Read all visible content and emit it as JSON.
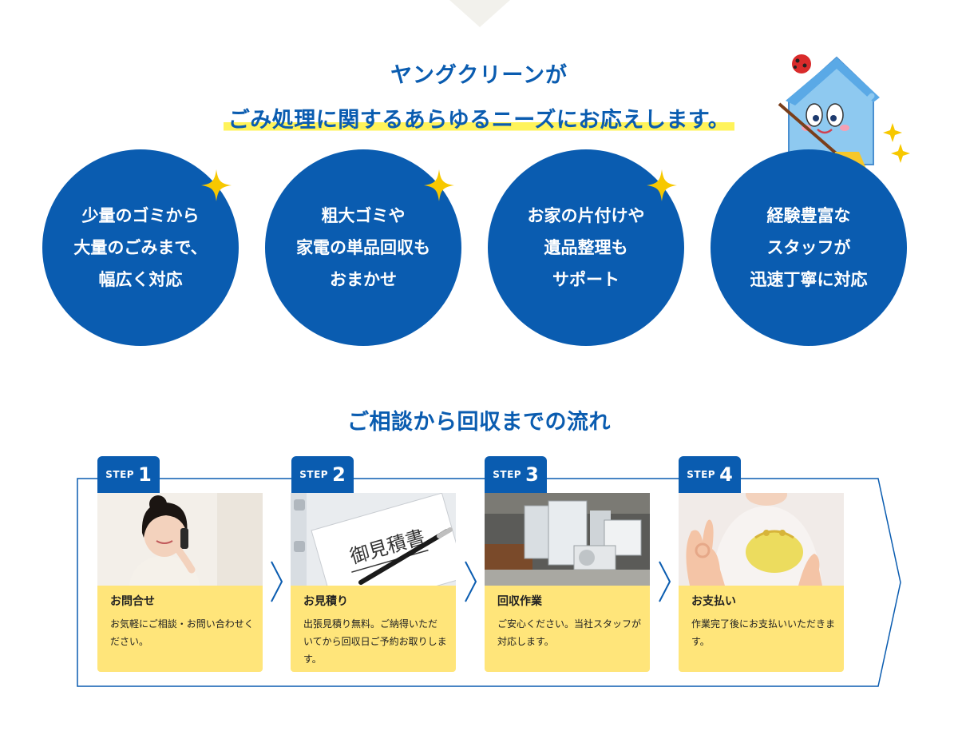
{
  "headline": {
    "line1": "ヤングクリーンが",
    "line2": "ごみ処理に関するあらゆるニーズにお応えします。"
  },
  "features": [
    {
      "text": "少量のゴミから\n大量のごみまで、\n幅広く対応"
    },
    {
      "text": "粗大ゴミや\n家電の単品回収も\nおまかせ"
    },
    {
      "text": "お家の片付けや\n遺品整理も\nサポート"
    },
    {
      "text": "経験豊富な\nスタッフが\n迅速丁寧に対応"
    }
  ],
  "flow": {
    "title": "ご相談から回収までの流れ",
    "step_label": "STEP",
    "steps": [
      {
        "number": "1",
        "title": "お問合せ",
        "desc": "お気軽にご相談・お問い合わせください。",
        "photo_icon": "woman-on-phone-photo"
      },
      {
        "number": "2",
        "title": "お見積り",
        "desc": "出張見積り無料。ご納得いただいてから回収日ご予約お取りします。",
        "photo_icon": "estimate-document-photo",
        "photo_text": "御見積書"
      },
      {
        "number": "3",
        "title": "回収作業",
        "desc": "ご安心ください。当社スタッフが対応します。",
        "photo_icon": "truck-with-appliances-photo"
      },
      {
        "number": "4",
        "title": "お支払い",
        "desc": "作業完了後にお支払いいただきます。",
        "photo_icon": "ok-hand-and-purse-photo"
      }
    ]
  },
  "colors": {
    "brand_blue": "#0a5cb0",
    "highlight_yellow": "#fff35a",
    "card_yellow": "#ffe57a",
    "sparkle_yellow": "#f7c800"
  }
}
